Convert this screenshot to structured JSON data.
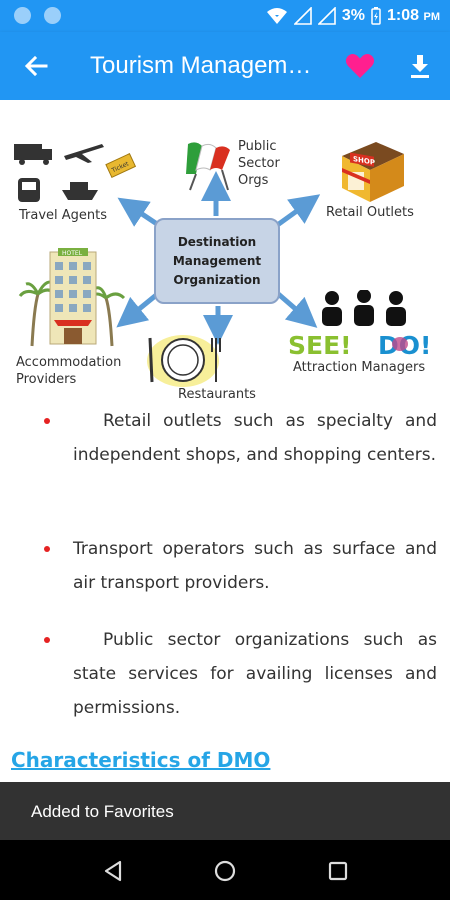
{
  "status_bar": {
    "battery": "3%",
    "time": "1:08",
    "ampm": "PM"
  },
  "app_bar": {
    "title": "Tourism Management",
    "back_icon": "arrow-back-icon",
    "favorite_icon": "heart-icon",
    "download_icon": "download-icon",
    "accent": "#2196f3",
    "favorite_color": "#ff1f8f"
  },
  "diagram": {
    "center_lines": [
      "Destination",
      "Management",
      "Organization"
    ],
    "nodes": {
      "travel_agents": "Travel Agents",
      "public_sector": [
        "Public",
        "Sector",
        "Orgs"
      ],
      "retail_outlets": "Retail Outlets",
      "accommodation": [
        "Accommodation",
        "Providers"
      ],
      "restaurants": "Restaurants",
      "attraction_managers": "Attraction Managers"
    },
    "ticket_text": "Ticket",
    "shop_sign": "SHOP",
    "hotel_sign": "HOTEL",
    "see_text": "SEE!",
    "do_text": "DO!"
  },
  "bullets": [
    {
      "text": "Retail outlets such as specialty and independent shops, and shopping centers."
    },
    {
      "text": "Transport operators such as surface and air transport providers."
    },
    {
      "text": "Public sector organizations such as state services for availing licenses and permissions."
    }
  ],
  "section_heading": "Characteristics of DMO",
  "snackbar": {
    "message": "Added to Favorites"
  },
  "nav": {
    "back_icon": "nav-back-icon",
    "home_icon": "nav-home-icon",
    "recents_icon": "nav-recents-icon"
  }
}
